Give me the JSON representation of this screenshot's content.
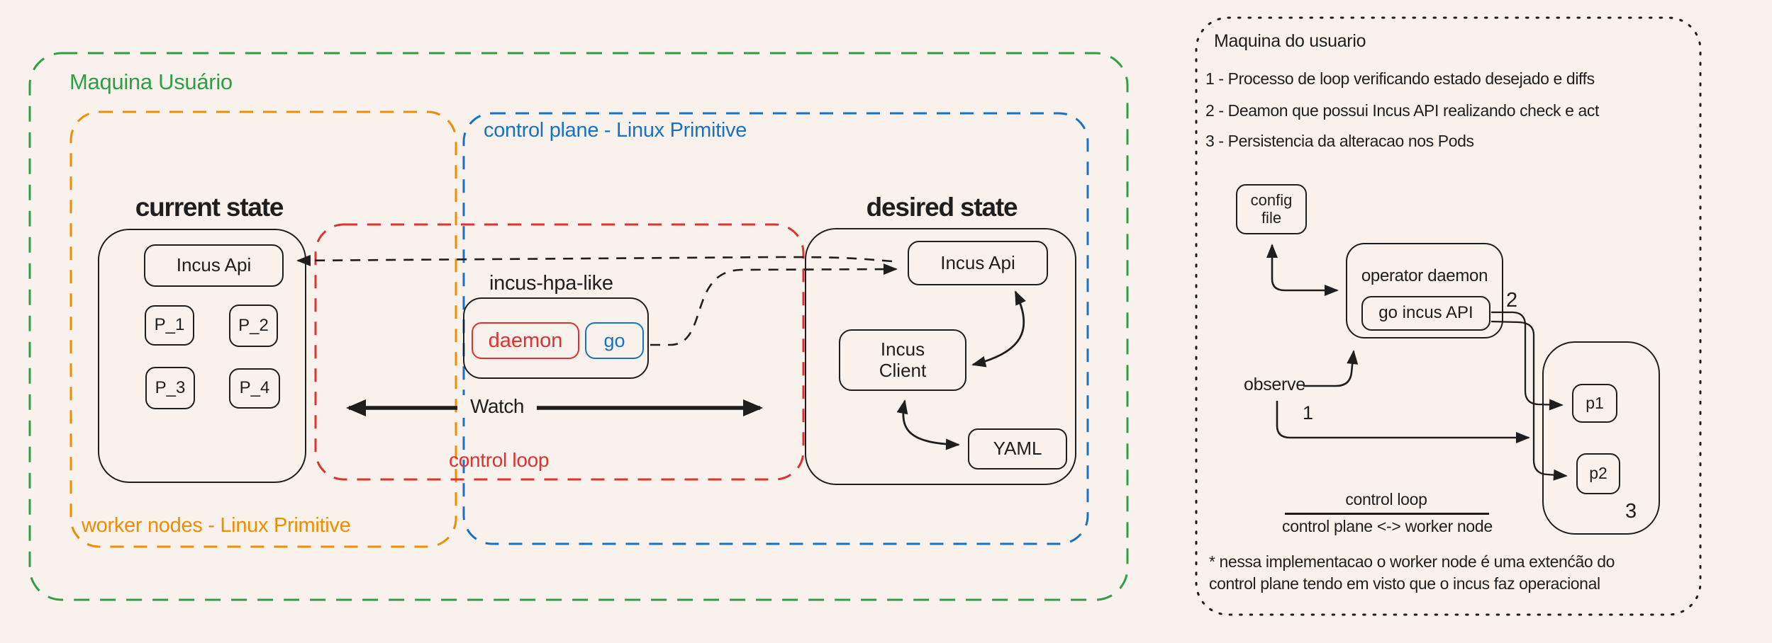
{
  "colors": {
    "background": "#f9f2ec",
    "ink": "#1e1e1e",
    "green": "#2f9e44",
    "orange": "#f08c00",
    "blue": "#1971c2",
    "red": "#e03131"
  },
  "main_diagram": {
    "user_machine_label": "Maquina Usuário",
    "worker_nodes_label": "worker nodes - Linux Primitive",
    "control_plane_label": "control plane - Linux Primitive",
    "control_loop_label": "control loop",
    "watch_label": "Watch",
    "current_state": {
      "title": "current state",
      "api_label": "Incus Api",
      "pods": [
        "P_1",
        "P_2",
        "P_3",
        "P_4"
      ]
    },
    "hpa": {
      "title": "incus-hpa-like",
      "daemon_label": "daemon",
      "go_label": "go"
    },
    "desired_state": {
      "title": "desired state",
      "api_label": "Incus Api",
      "client_label": "Incus Client",
      "yaml_label": "YAML"
    }
  },
  "side_panel": {
    "title": "Maquina do usuario",
    "notes": [
      "1 - Processo de loop verificando estado desejado e diffs",
      "2 - Deamon que possui Incus API realizando check e act",
      "3 - Persistencia da alteracao nos Pods"
    ],
    "config_file_label": "config file",
    "operator_daemon_label": "operator daemon",
    "go_incus_api_label": "go incus API",
    "observe_label": "observe",
    "step_1": "1",
    "step_2": "2",
    "step_3": "3",
    "pods": [
      "p1",
      "p2"
    ],
    "ratio_numerator": "control loop",
    "ratio_denominator": "control plane <-> worker node",
    "footnote_line_1": "* nessa implementacao o worker node é uma extenćão do",
    "footnote_line_2": "control plane tendo em visto que o incus faz operacional"
  }
}
